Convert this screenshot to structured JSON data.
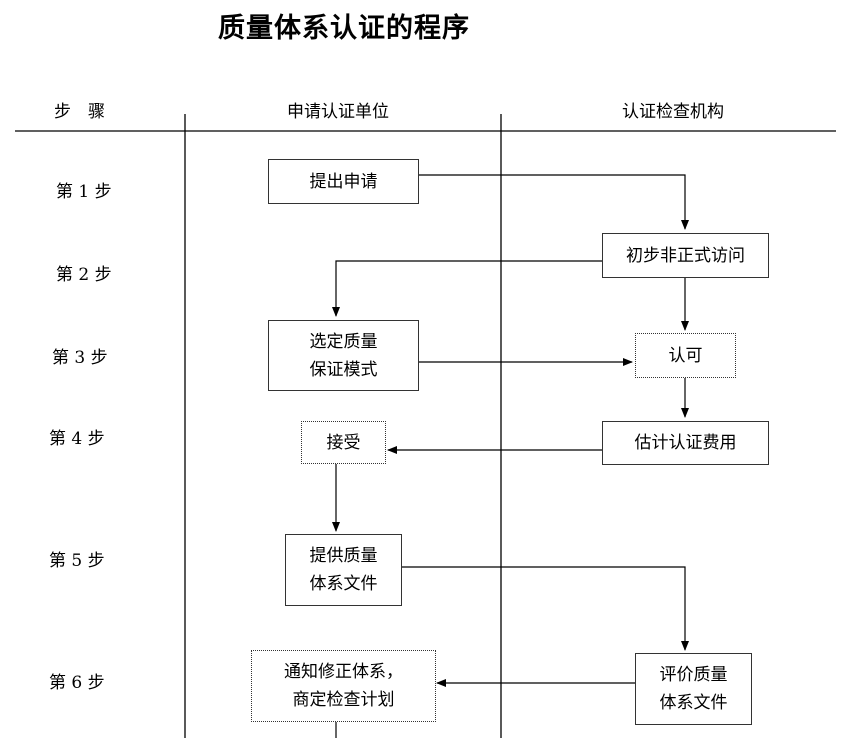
{
  "title": "质量体系认证的程序",
  "columns": {
    "steps": "步　骤",
    "applicant": "申请认证单位",
    "certifier": "认证检查机构"
  },
  "steps": [
    "第 1 步",
    "第 2 步",
    "第 3 步",
    "第 4 步",
    "第 5 步",
    "第 6 步"
  ],
  "boxes": {
    "submit_application": "提出申请",
    "informal_visit": "初步非正式访问",
    "select_model": "选定质量\n保证模式",
    "approve": "认可",
    "accept": "接受",
    "estimate_fee": "估计认证费用",
    "provide_docs": "提供质量\n体系文件",
    "evaluate_docs": "评价质量\n体系文件",
    "notify_revise": "通知修正体系，\n商定检查计划"
  }
}
